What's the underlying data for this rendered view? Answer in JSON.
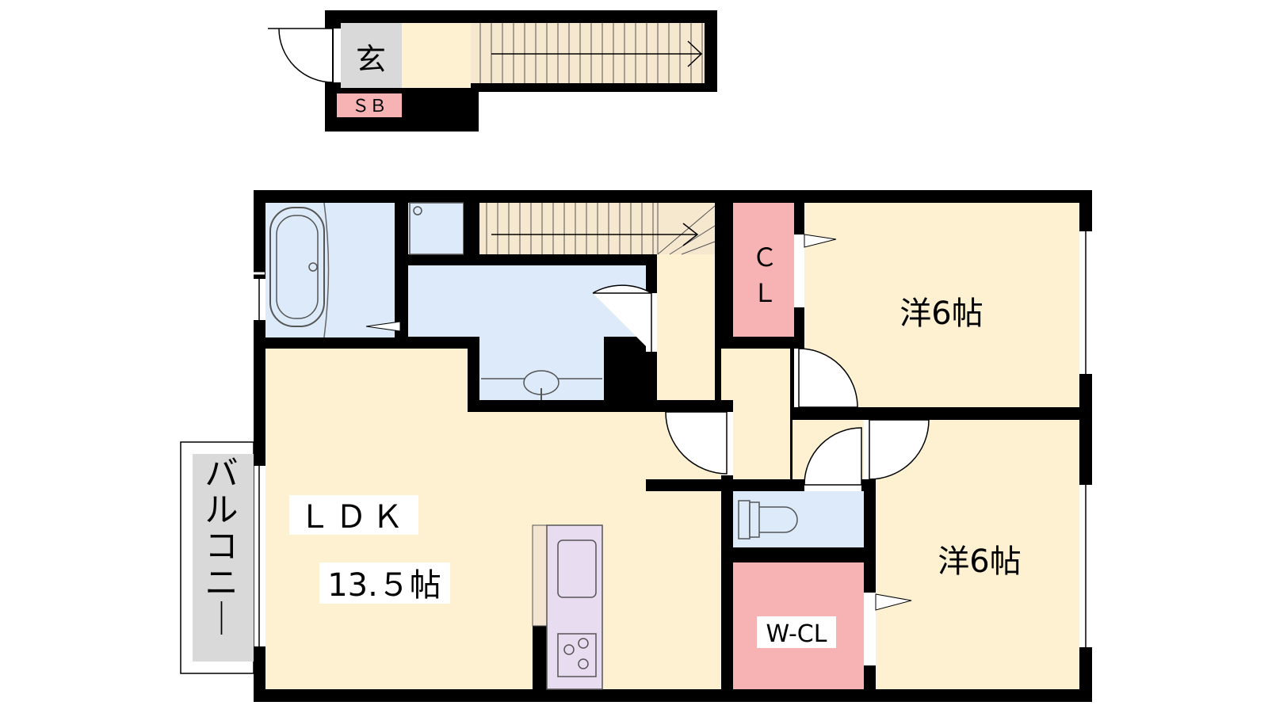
{
  "floor1": {
    "genkan_label": "玄",
    "shoebox_label": "ＳＢ"
  },
  "floor2": {
    "closet_label_line1": "Ｃ",
    "closet_label_line2": "Ｌ",
    "bedroom_upper_label": "洋6帖",
    "bedroom_lower_label": "洋6帖",
    "ldk_label": "ＬＤＫ",
    "ldk_size_label": "13.５帖",
    "walkin_label": "W-CL",
    "balcony_label": "バルコニー"
  },
  "colors": {
    "wall": "#000000",
    "room_floor": "#fdf1d1",
    "wet_area": "#dceaf9",
    "closet": "#f7b3b4",
    "shoebox": "#f7b3b4",
    "genkan": "#d9d9d9",
    "stairs": "#f6e7cf",
    "kitchen": "#e8dcf1"
  }
}
